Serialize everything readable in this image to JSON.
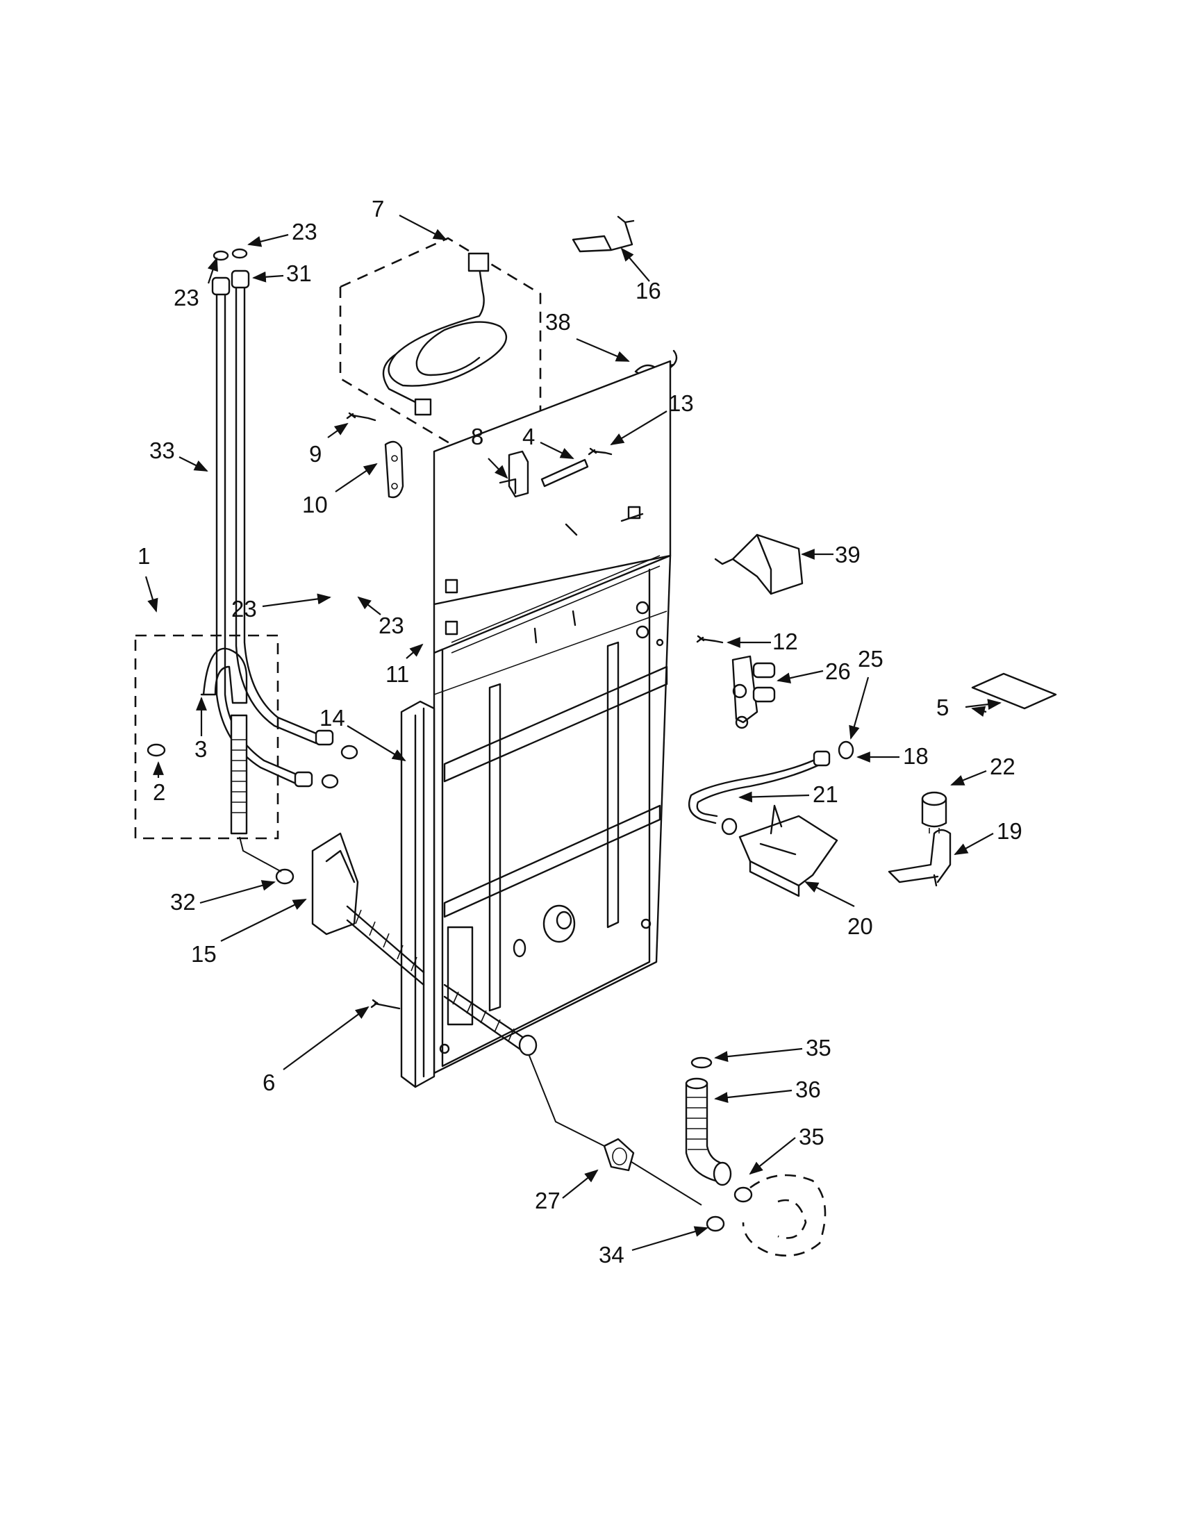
{
  "callouts": [
    {
      "id": "c7",
      "text": "7"
    },
    {
      "id": "c23a",
      "text": "23"
    },
    {
      "id": "c23b",
      "text": "23"
    },
    {
      "id": "c31",
      "text": "31"
    },
    {
      "id": "c16",
      "text": "16"
    },
    {
      "id": "c38",
      "text": "38"
    },
    {
      "id": "c13",
      "text": "13"
    },
    {
      "id": "c33",
      "text": "33"
    },
    {
      "id": "c9",
      "text": "9"
    },
    {
      "id": "c8",
      "text": "8"
    },
    {
      "id": "c4",
      "text": "4"
    },
    {
      "id": "c10",
      "text": "10"
    },
    {
      "id": "c39",
      "text": "39"
    },
    {
      "id": "c1",
      "text": "1"
    },
    {
      "id": "c23c",
      "text": "23"
    },
    {
      "id": "c23d",
      "text": "23"
    },
    {
      "id": "c12",
      "text": "12"
    },
    {
      "id": "c11",
      "text": "11"
    },
    {
      "id": "c26",
      "text": "26"
    },
    {
      "id": "c25",
      "text": "25"
    },
    {
      "id": "c5",
      "text": "5"
    },
    {
      "id": "c14",
      "text": "14"
    },
    {
      "id": "c3",
      "text": "3"
    },
    {
      "id": "c18",
      "text": "18"
    },
    {
      "id": "c2",
      "text": "2"
    },
    {
      "id": "c22",
      "text": "22"
    },
    {
      "id": "c21",
      "text": "21"
    },
    {
      "id": "c19",
      "text": "19"
    },
    {
      "id": "c32",
      "text": "32"
    },
    {
      "id": "c20",
      "text": "20"
    },
    {
      "id": "c15",
      "text": "15"
    },
    {
      "id": "c6",
      "text": "6"
    },
    {
      "id": "c35a",
      "text": "35"
    },
    {
      "id": "c36",
      "text": "36"
    },
    {
      "id": "c35b",
      "text": "35"
    },
    {
      "id": "c27",
      "text": "27"
    },
    {
      "id": "c34",
      "text": "34"
    }
  ]
}
